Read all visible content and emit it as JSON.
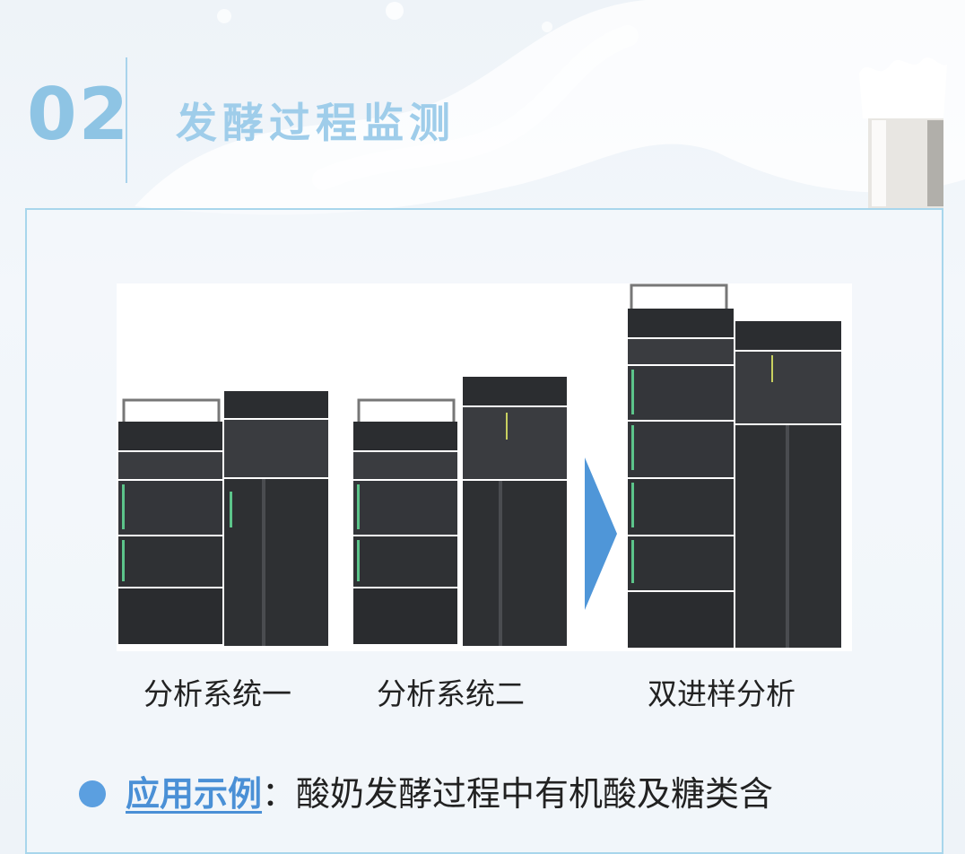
{
  "header": {
    "section_number": "02",
    "section_title": "发酵过程监测"
  },
  "figure": {
    "captions": [
      "分析系统一",
      "分析系统二",
      "双进样分析"
    ]
  },
  "application": {
    "label": "应用示例",
    "separator": "：",
    "text": "酸奶发酵过程中有机酸及糖类含"
  }
}
